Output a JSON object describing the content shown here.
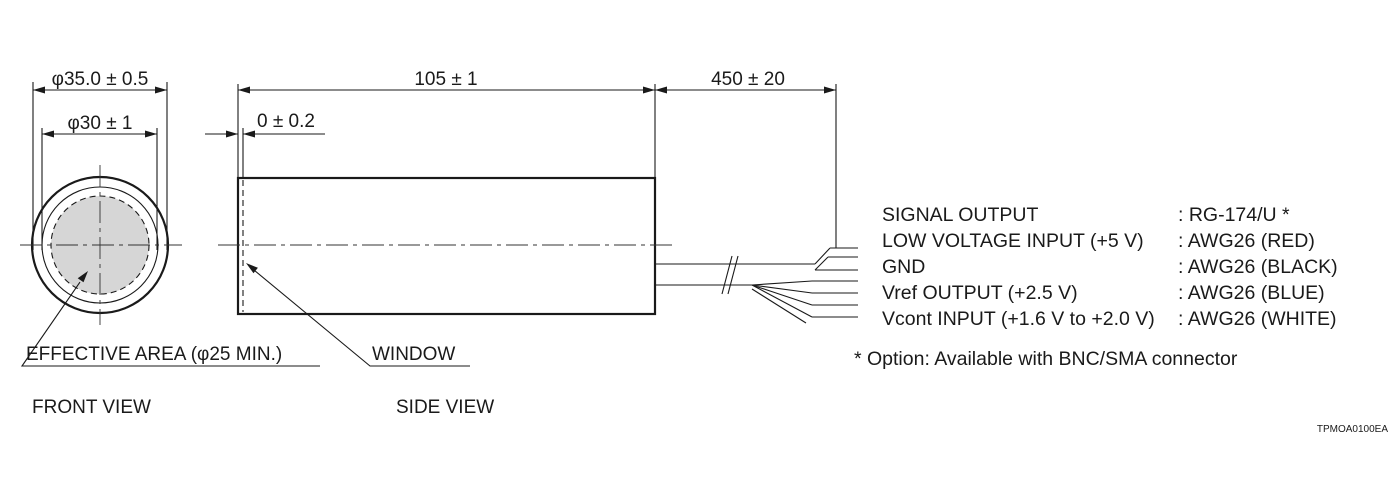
{
  "dimensions": {
    "outer_diameter": "φ35.0 ± 0.5",
    "inner_diameter": "φ30 ± 1",
    "length": "105 ± 1",
    "window_offset": "0 ± 0.2",
    "cable_length": "450 ± 20"
  },
  "labels": {
    "effective_area": "EFFECTIVE AREA (φ25 MIN.)",
    "window": "WINDOW",
    "front_view": "FRONT VIEW",
    "side_view": "SIDE VIEW",
    "drawing_code": "TPMOA0100EA"
  },
  "wiring": [
    {
      "signal": "SIGNAL OUTPUT",
      "spec": ": RG-174/U *"
    },
    {
      "signal": "LOW VOLTAGE INPUT (+5 V)",
      "spec": ": AWG26 (RED)"
    },
    {
      "signal": "GND",
      "spec": ": AWG26 (BLACK)"
    },
    {
      "signal": "Vref OUTPUT (+2.5 V)",
      "spec": ": AWG26 (BLUE)"
    },
    {
      "signal": "Vcont INPUT (+1.6 V to +2.0 V)",
      "spec": ": AWG26 (WHITE)"
    }
  ],
  "note": "* Option: Available with BNC/SMA connector",
  "colors": {
    "line": "#1a1a1a",
    "effective_area_fill": "#d6d6d6"
  }
}
